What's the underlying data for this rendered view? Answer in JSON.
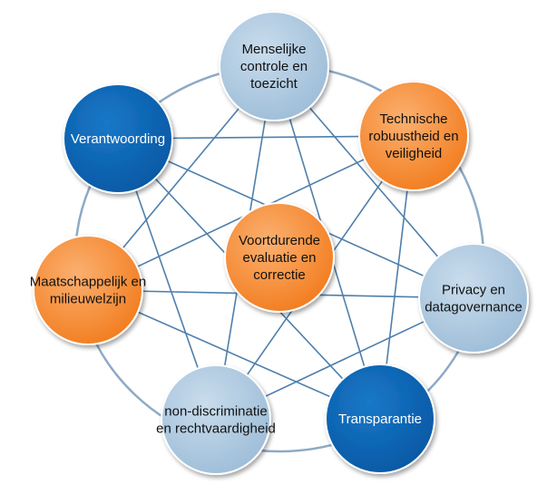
{
  "colors": {
    "ring": "#8eaac6",
    "connector": "#4f7fab",
    "light_blue": "#a8c6de",
    "dark_blue": "#0a64b4",
    "orange": "#f68c2e",
    "text_dark": "#111111",
    "text_light": "#ffffff"
  },
  "nodes": [
    {
      "id": "menselijke-controle",
      "style": "light_blue",
      "lines": [
        "Menselijke",
        "controle en",
        "toezicht"
      ]
    },
    {
      "id": "technische-robuustheid",
      "style": "orange",
      "lines": [
        "Technische",
        "robuustheid en",
        "veiligheid"
      ]
    },
    {
      "id": "privacy",
      "style": "light_blue",
      "lines": [
        "Privacy en",
        "datagovernance"
      ]
    },
    {
      "id": "transparantie",
      "style": "dark_blue",
      "lines": [
        "Transparantie"
      ]
    },
    {
      "id": "non-discriminatie",
      "style": "light_blue",
      "lines": [
        "non-discriminatie",
        "en rechtvaardigheid"
      ]
    },
    {
      "id": "maatschappelijk",
      "style": "orange",
      "lines": [
        "Maatschappelijk en",
        "milieuwelzijn"
      ]
    },
    {
      "id": "verantwoording",
      "style": "dark_blue",
      "lines": [
        "Verantwoording"
      ]
    },
    {
      "id": "voortdurende-evaluatie",
      "style": "orange",
      "lines": [
        "Voortdurende",
        "evaluatie en",
        "correctie"
      ]
    }
  ]
}
